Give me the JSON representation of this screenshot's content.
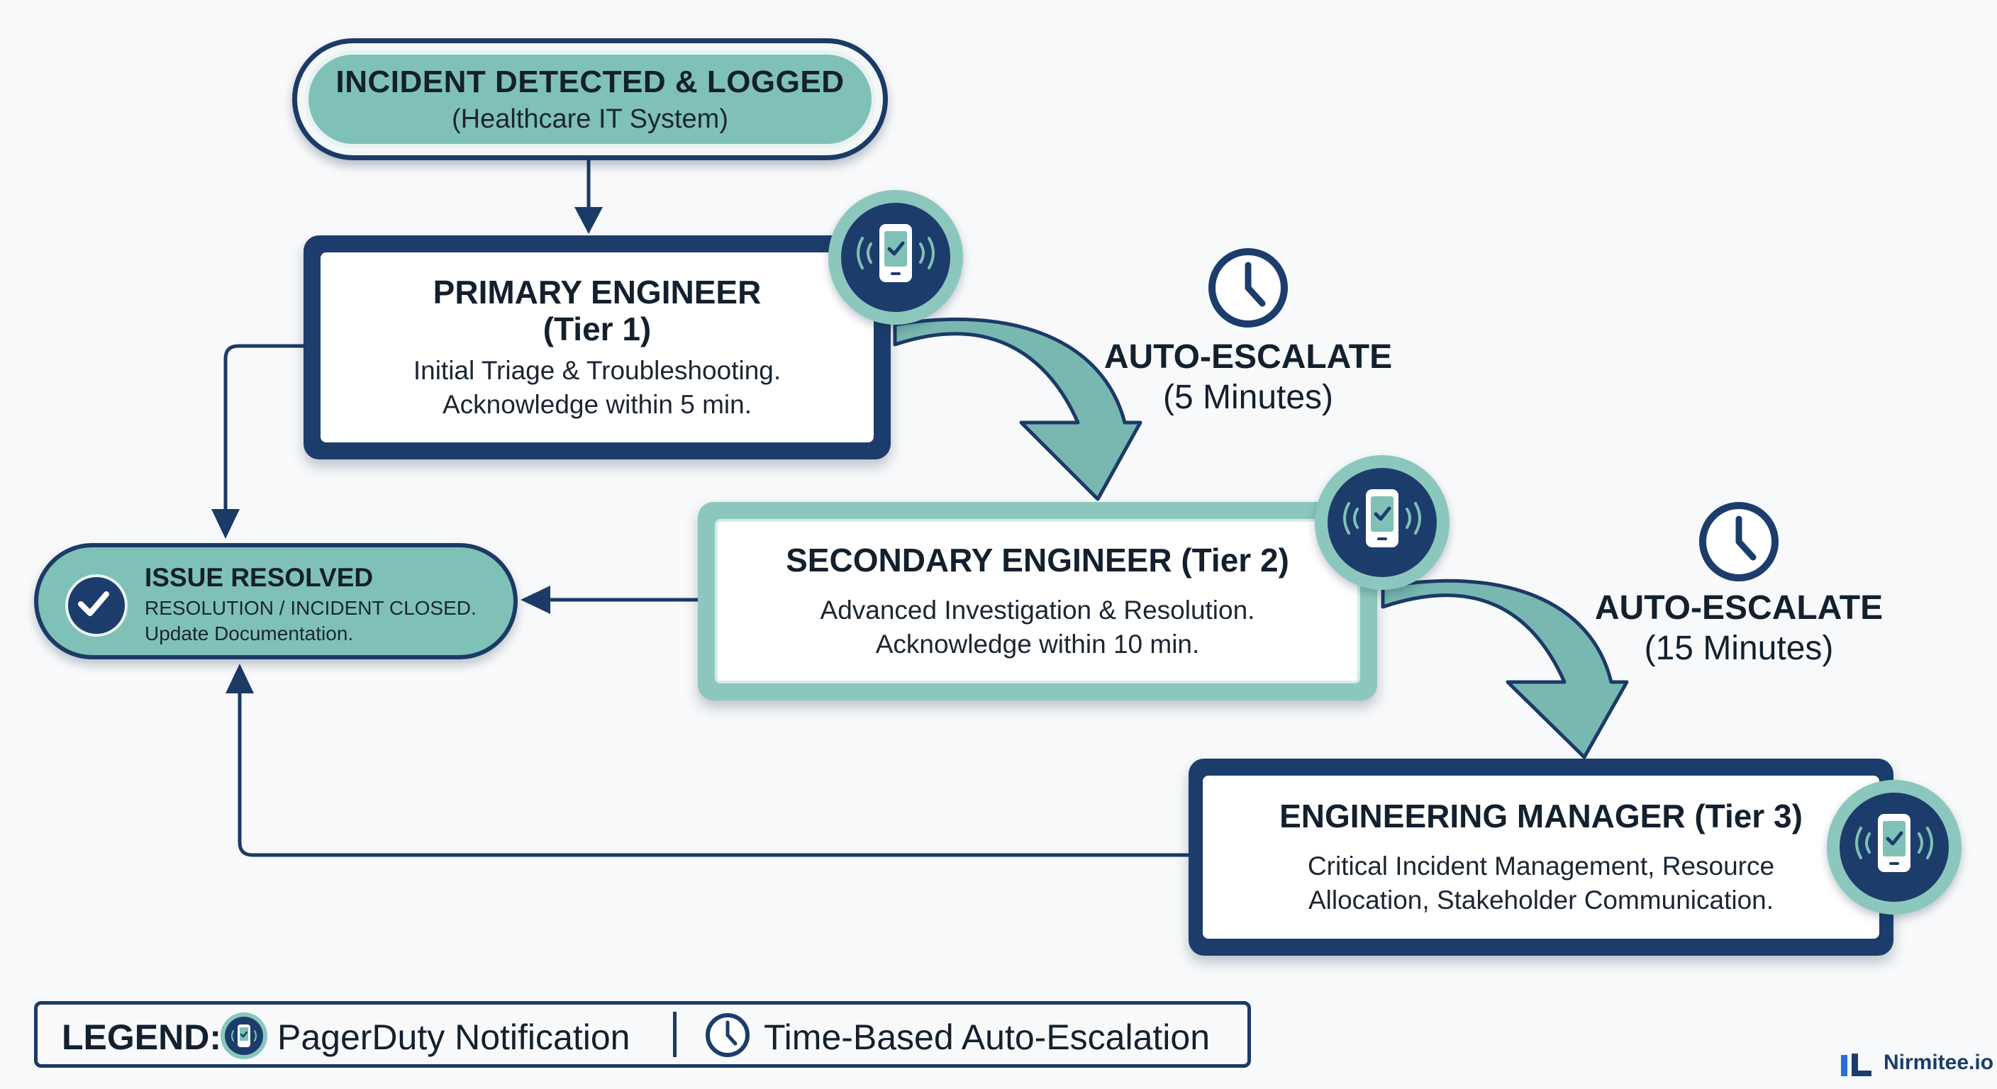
{
  "start": {
    "title": "INCIDENT DETECTED & LOGGED",
    "subtitle": "(Healthcare IT System)"
  },
  "tier1": {
    "title_line1": "PRIMARY ENGINEER",
    "title_line2": "(Tier 1)",
    "desc_line1": "Initial Triage & Troubleshooting.",
    "desc_line2": "Acknowledge within 5 min."
  },
  "tier2": {
    "title": "SECONDARY ENGINEER (Tier 2)",
    "desc_line1": "Advanced Investigation & Resolution.",
    "desc_line2": "Acknowledge within 10 min."
  },
  "tier3": {
    "title": "ENGINEERING MANAGER (Tier 3)",
    "desc_line1": "Critical Incident Management, Resource",
    "desc_line2": "Allocation, Stakeholder Communication."
  },
  "resolved": {
    "title": "ISSUE RESOLVED",
    "line1": "RESOLUTION / INCIDENT CLOSED.",
    "line2": "Update Documentation."
  },
  "escalation1": {
    "line1": "AUTO-ESCALATE",
    "line2": "(5 Minutes)"
  },
  "escalation2": {
    "line1": "AUTO-ESCALATE",
    "line2": "(15 Minutes)"
  },
  "legend": {
    "label": "LEGEND:",
    "item1": "PagerDuty Notification",
    "item2": "Time-Based Auto-Escalation"
  },
  "brand": {
    "name": "Nirmitee.io"
  },
  "colors": {
    "navy": "#1c3d6b",
    "teal": "#80c1b7",
    "teal_light": "#8cc7bd",
    "background": "#f7f9fa"
  },
  "icons": {
    "notification": "pager-phone-icon",
    "escalation": "clock-icon",
    "resolved": "checkmark-icon"
  }
}
